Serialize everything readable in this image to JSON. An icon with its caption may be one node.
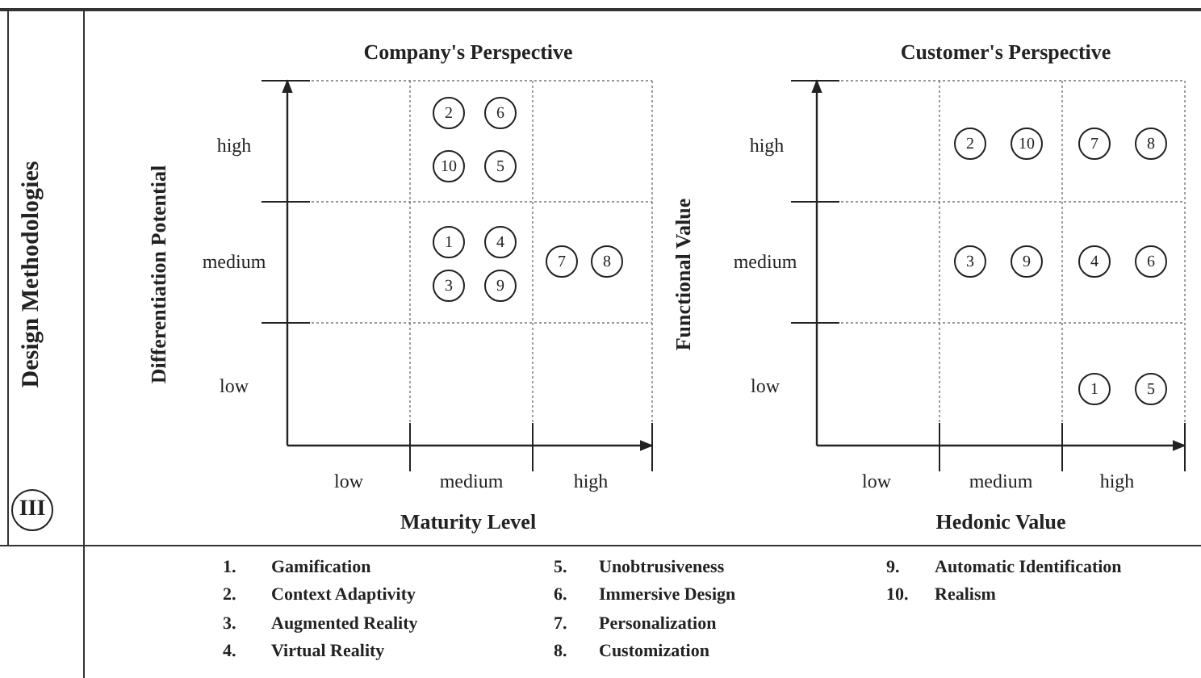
{
  "diagram": {
    "nodes": [
      {
        "text": [
          "III"
        ]
      },
      {
        "text": [
          "2"
        ]
      },
      {
        "text": [
          "6"
        ]
      },
      {
        "text": [
          "10"
        ]
      },
      {
        "text": [
          "5"
        ]
      },
      {
        "text": [
          "1"
        ]
      },
      {
        "text": [
          "4"
        ]
      },
      {
        "text": [
          "3"
        ]
      },
      {
        "text": [
          "9"
        ]
      },
      {
        "text": [
          "7"
        ]
      },
      {
        "text": [
          "8"
        ]
      },
      {
        "text": [
          "2"
        ]
      },
      {
        "text": [
          "10"
        ]
      },
      {
        "text": [
          "7"
        ]
      },
      {
        "text": [
          "8"
        ]
      },
      {
        "text": [
          "3"
        ]
      },
      {
        "text": [
          "9"
        ]
      },
      {
        "text": [
          "4"
        ]
      },
      {
        "text": [
          "6"
        ]
      },
      {
        "text": [
          "1"
        ]
      },
      {
        "text": [
          "5"
        ]
      }
    ],
    "edges": [],
    "labels": [
      "Design Methodologies",
      "Company's Perspective",
      "Customer's Perspective",
      "Differentiation Potential",
      "high",
      "medium",
      "low",
      "Functional Value",
      "high",
      "medium",
      "low",
      "low",
      "medium",
      "high",
      "Maturity Level",
      "low",
      "medium",
      "high",
      "Hedonic Value",
      "1.",
      "Gamification",
      "5.",
      "Unobtrusiveness",
      "9.",
      "Automatic Identification",
      "2.",
      "Context Adaptivity",
      "6.",
      "Immersive Design",
      "10.",
      "Realism",
      "3.",
      "Augmented Reality",
      "7.",
      "Personalization",
      "4.",
      "Virtual Reality",
      "8.",
      "Customization"
    ]
  }
}
